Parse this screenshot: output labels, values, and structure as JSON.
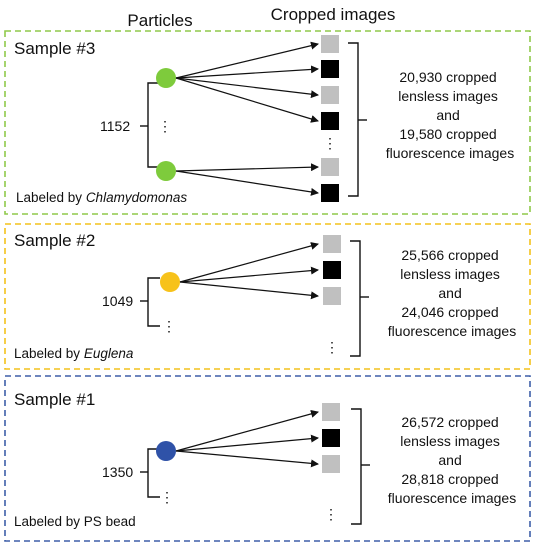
{
  "header": {
    "particles": "Particles",
    "cropped": "Cropped images"
  },
  "colors": {
    "green_border": "#8fc94a",
    "yellow_border": "#f3c21c",
    "blue_border": "#3e5fa8",
    "green_dot": "#7ecb3c",
    "yellow_dot": "#f7c21a",
    "blue_dot": "#2f52a8",
    "gray_tile": "#c0c0c0",
    "black_tile": "#000000"
  },
  "samples": [
    {
      "title": "Sample #3",
      "count": "1152",
      "labeled_prefix": "Labeled by ",
      "labeled_species": "Chlamydomonas",
      "desc": [
        "20,930 cropped",
        "lensless images",
        "and",
        "19,580 cropped",
        "fluorescence images"
      ]
    },
    {
      "title": "Sample #2",
      "count": "1049",
      "labeled_prefix": "Labeled by ",
      "labeled_species": "Euglena",
      "desc": [
        "25,566 cropped",
        "lensless images",
        "and",
        "24,046 cropped",
        "fluorescence images"
      ]
    },
    {
      "title": "Sample #1",
      "count": "1350",
      "labeled_prefix": "Labeled by PS bead",
      "labeled_species": "",
      "desc": [
        "26,572 cropped",
        "lensless images",
        "and",
        "28,818 cropped",
        "fluorescence images"
      ]
    }
  ],
  "ellipsis": "⋮"
}
